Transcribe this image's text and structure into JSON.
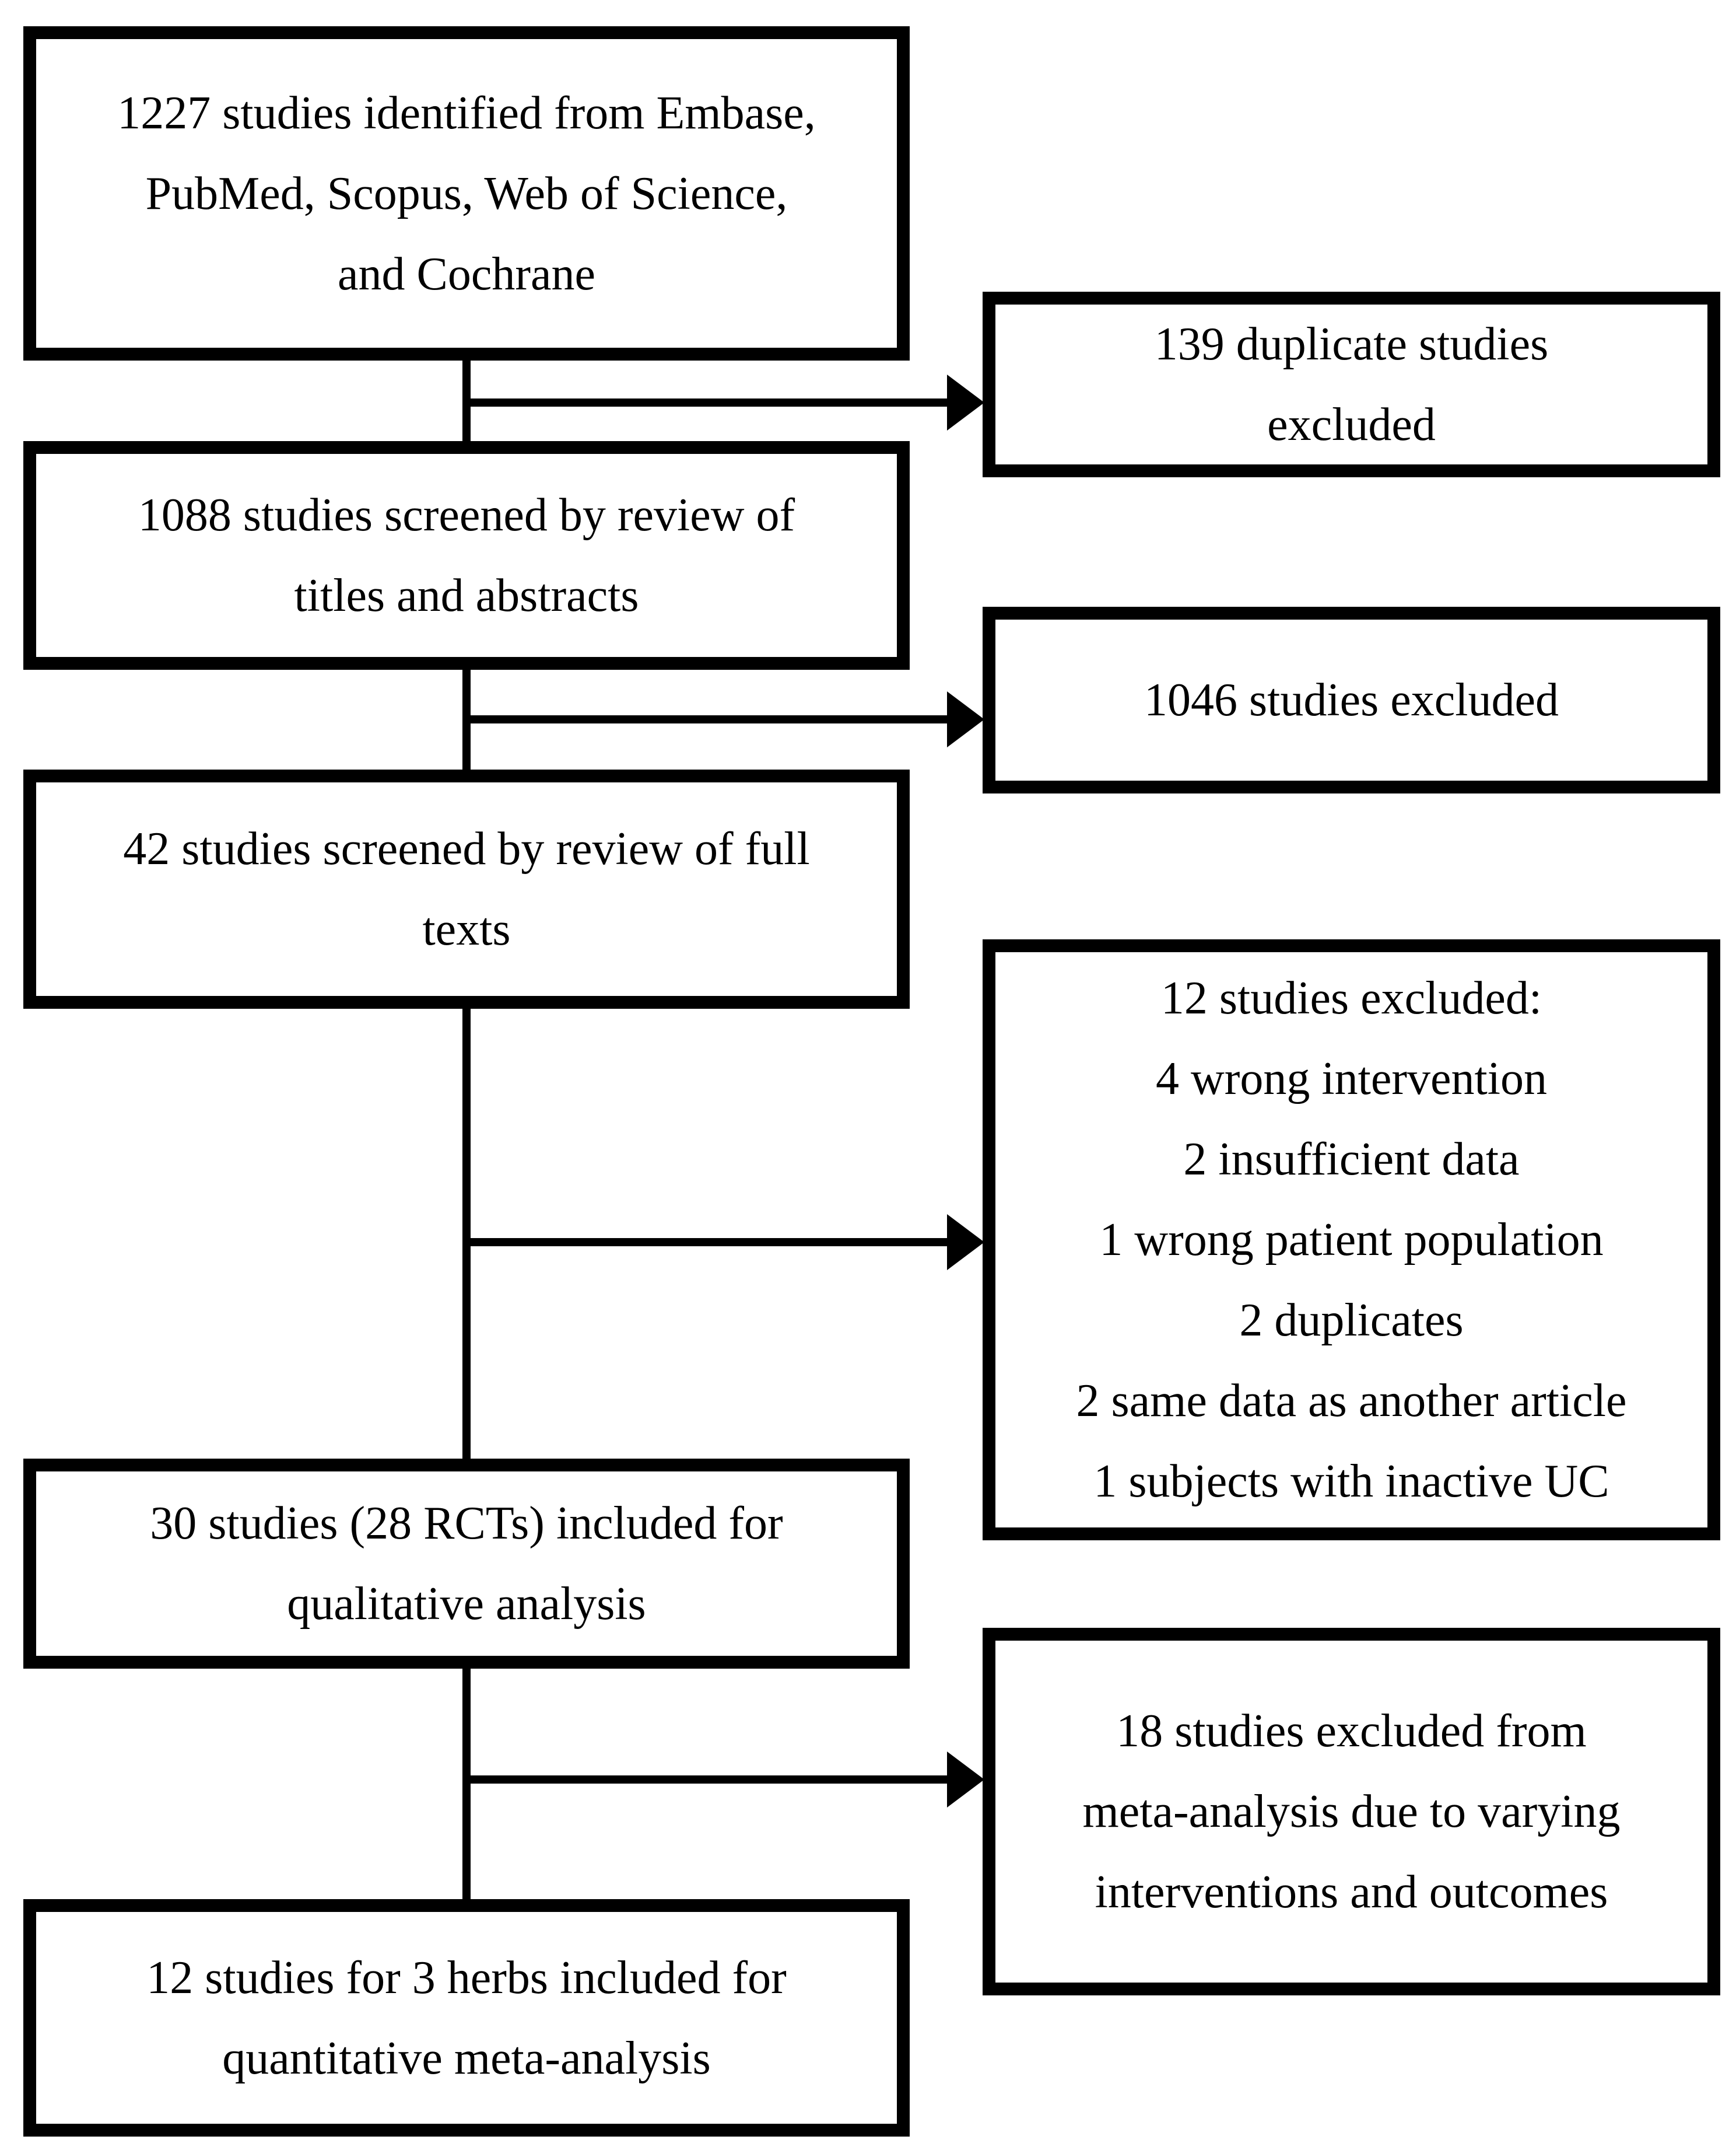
{
  "colors": {
    "background": "#ffffff",
    "line": "#000000",
    "text": "#000000"
  },
  "flowchart": {
    "left_boxes": {
      "identified": {
        "lines": [
          "1227 studies identified from Embase,",
          "PubMed, Scopus, Web of Science,",
          "and Cochrane"
        ]
      },
      "screened_titles_abstracts": {
        "lines": [
          "1088 studies screened by review of",
          "titles and abstracts"
        ]
      },
      "screened_full_texts": {
        "lines": [
          "42 studies screened by review of full",
          "texts"
        ]
      },
      "qualitative_analysis": {
        "lines": [
          "30 studies (28 RCTs) included for",
          "qualitative analysis"
        ]
      },
      "quantitative_meta_analysis": {
        "lines": [
          "12 studies for 3 herbs included for",
          "quantitative meta-analysis"
        ]
      }
    },
    "right_boxes": {
      "duplicates_excluded": {
        "lines": [
          "139 duplicate studies",
          "excluded"
        ]
      },
      "title_abstract_excluded": {
        "lines": [
          "1046 studies excluded"
        ]
      },
      "full_text_excluded": {
        "lines": [
          "12 studies excluded:",
          "4 wrong intervention",
          "2 insufficient data",
          "1 wrong patient population",
          "2 duplicates",
          "2 same data as another article",
          "1 subjects with inactive UC"
        ]
      },
      "meta_analysis_excluded": {
        "lines": [
          "18 studies excluded from",
          "meta-analysis due to varying",
          "interventions and outcomes"
        ]
      }
    }
  }
}
